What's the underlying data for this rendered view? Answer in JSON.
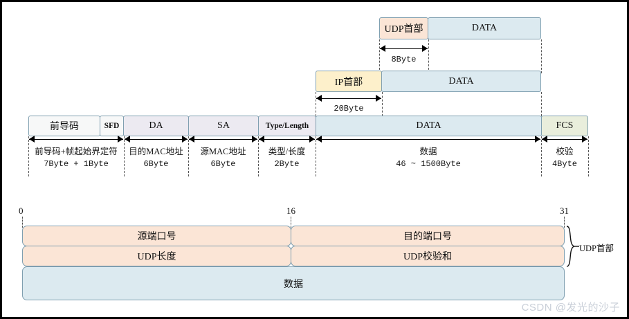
{
  "diagram": {
    "udp_layer": {
      "header_label": "UDP首部",
      "data_label": "DATA",
      "header_size": "8Byte"
    },
    "ip_layer": {
      "header_label": "IP首部",
      "data_label": "DATA",
      "header_size": "20Byte"
    },
    "ethernet_frame": {
      "fields": [
        {
          "name": "前导码",
          "desc_line1": "前导码+帧起始界定符",
          "desc_line2": "7Byte + 1Byte"
        },
        {
          "name": "SFD",
          "desc_line1": "",
          "desc_line2": ""
        },
        {
          "name": "DA",
          "desc_line1": "目的MAC地址",
          "desc_line2": "6Byte"
        },
        {
          "name": "SA",
          "desc_line1": "源MAC地址",
          "desc_line2": "6Byte"
        },
        {
          "name": "Type/Length",
          "desc_line1": "类型/长度",
          "desc_line2": "2Byte"
        },
        {
          "name": "DATA",
          "desc_line1": "数据",
          "desc_line2": "46 ~ 1500Byte"
        },
        {
          "name": "FCS",
          "desc_line1": "校验",
          "desc_line2": "4Byte"
        }
      ]
    },
    "udp_datagram": {
      "bit_ticks": [
        "0",
        "16",
        "31"
      ],
      "rows": [
        {
          "left": "源端口号",
          "right": "目的端口号"
        },
        {
          "left": "UDP长度",
          "right": "UDP校验和"
        }
      ],
      "payload_label": "数据",
      "brace_label": "UDP首部"
    },
    "watermark": "CSDN @发光的沙子",
    "colors": {
      "peach": "#fbe5d6",
      "blue": "#dceaf0",
      "cream": "#fdf0cb",
      "lavender": "#eceaf1",
      "white": "#f7f8f8",
      "green": "#e9eedc",
      "border": "#7f9fb0"
    }
  }
}
